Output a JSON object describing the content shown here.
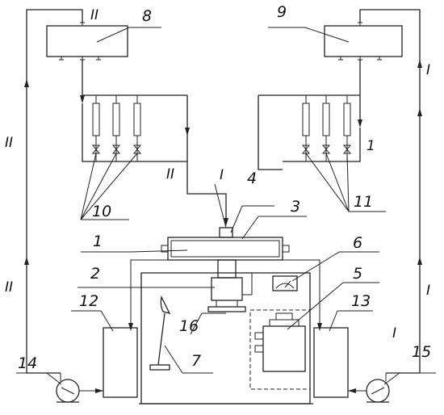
{
  "labels": {
    "n1": "1",
    "n2": "2",
    "n3": "3",
    "n4": "4",
    "n5": "5",
    "n6": "6",
    "n7": "7",
    "n8": "8",
    "n9": "9",
    "n10": "10",
    "n11": "11",
    "n12": "12",
    "n13": "13",
    "n14": "14",
    "n15": "15",
    "n16": "16"
  },
  "lines": {
    "two": "II",
    "one": "I",
    "one_arabic": "1"
  }
}
